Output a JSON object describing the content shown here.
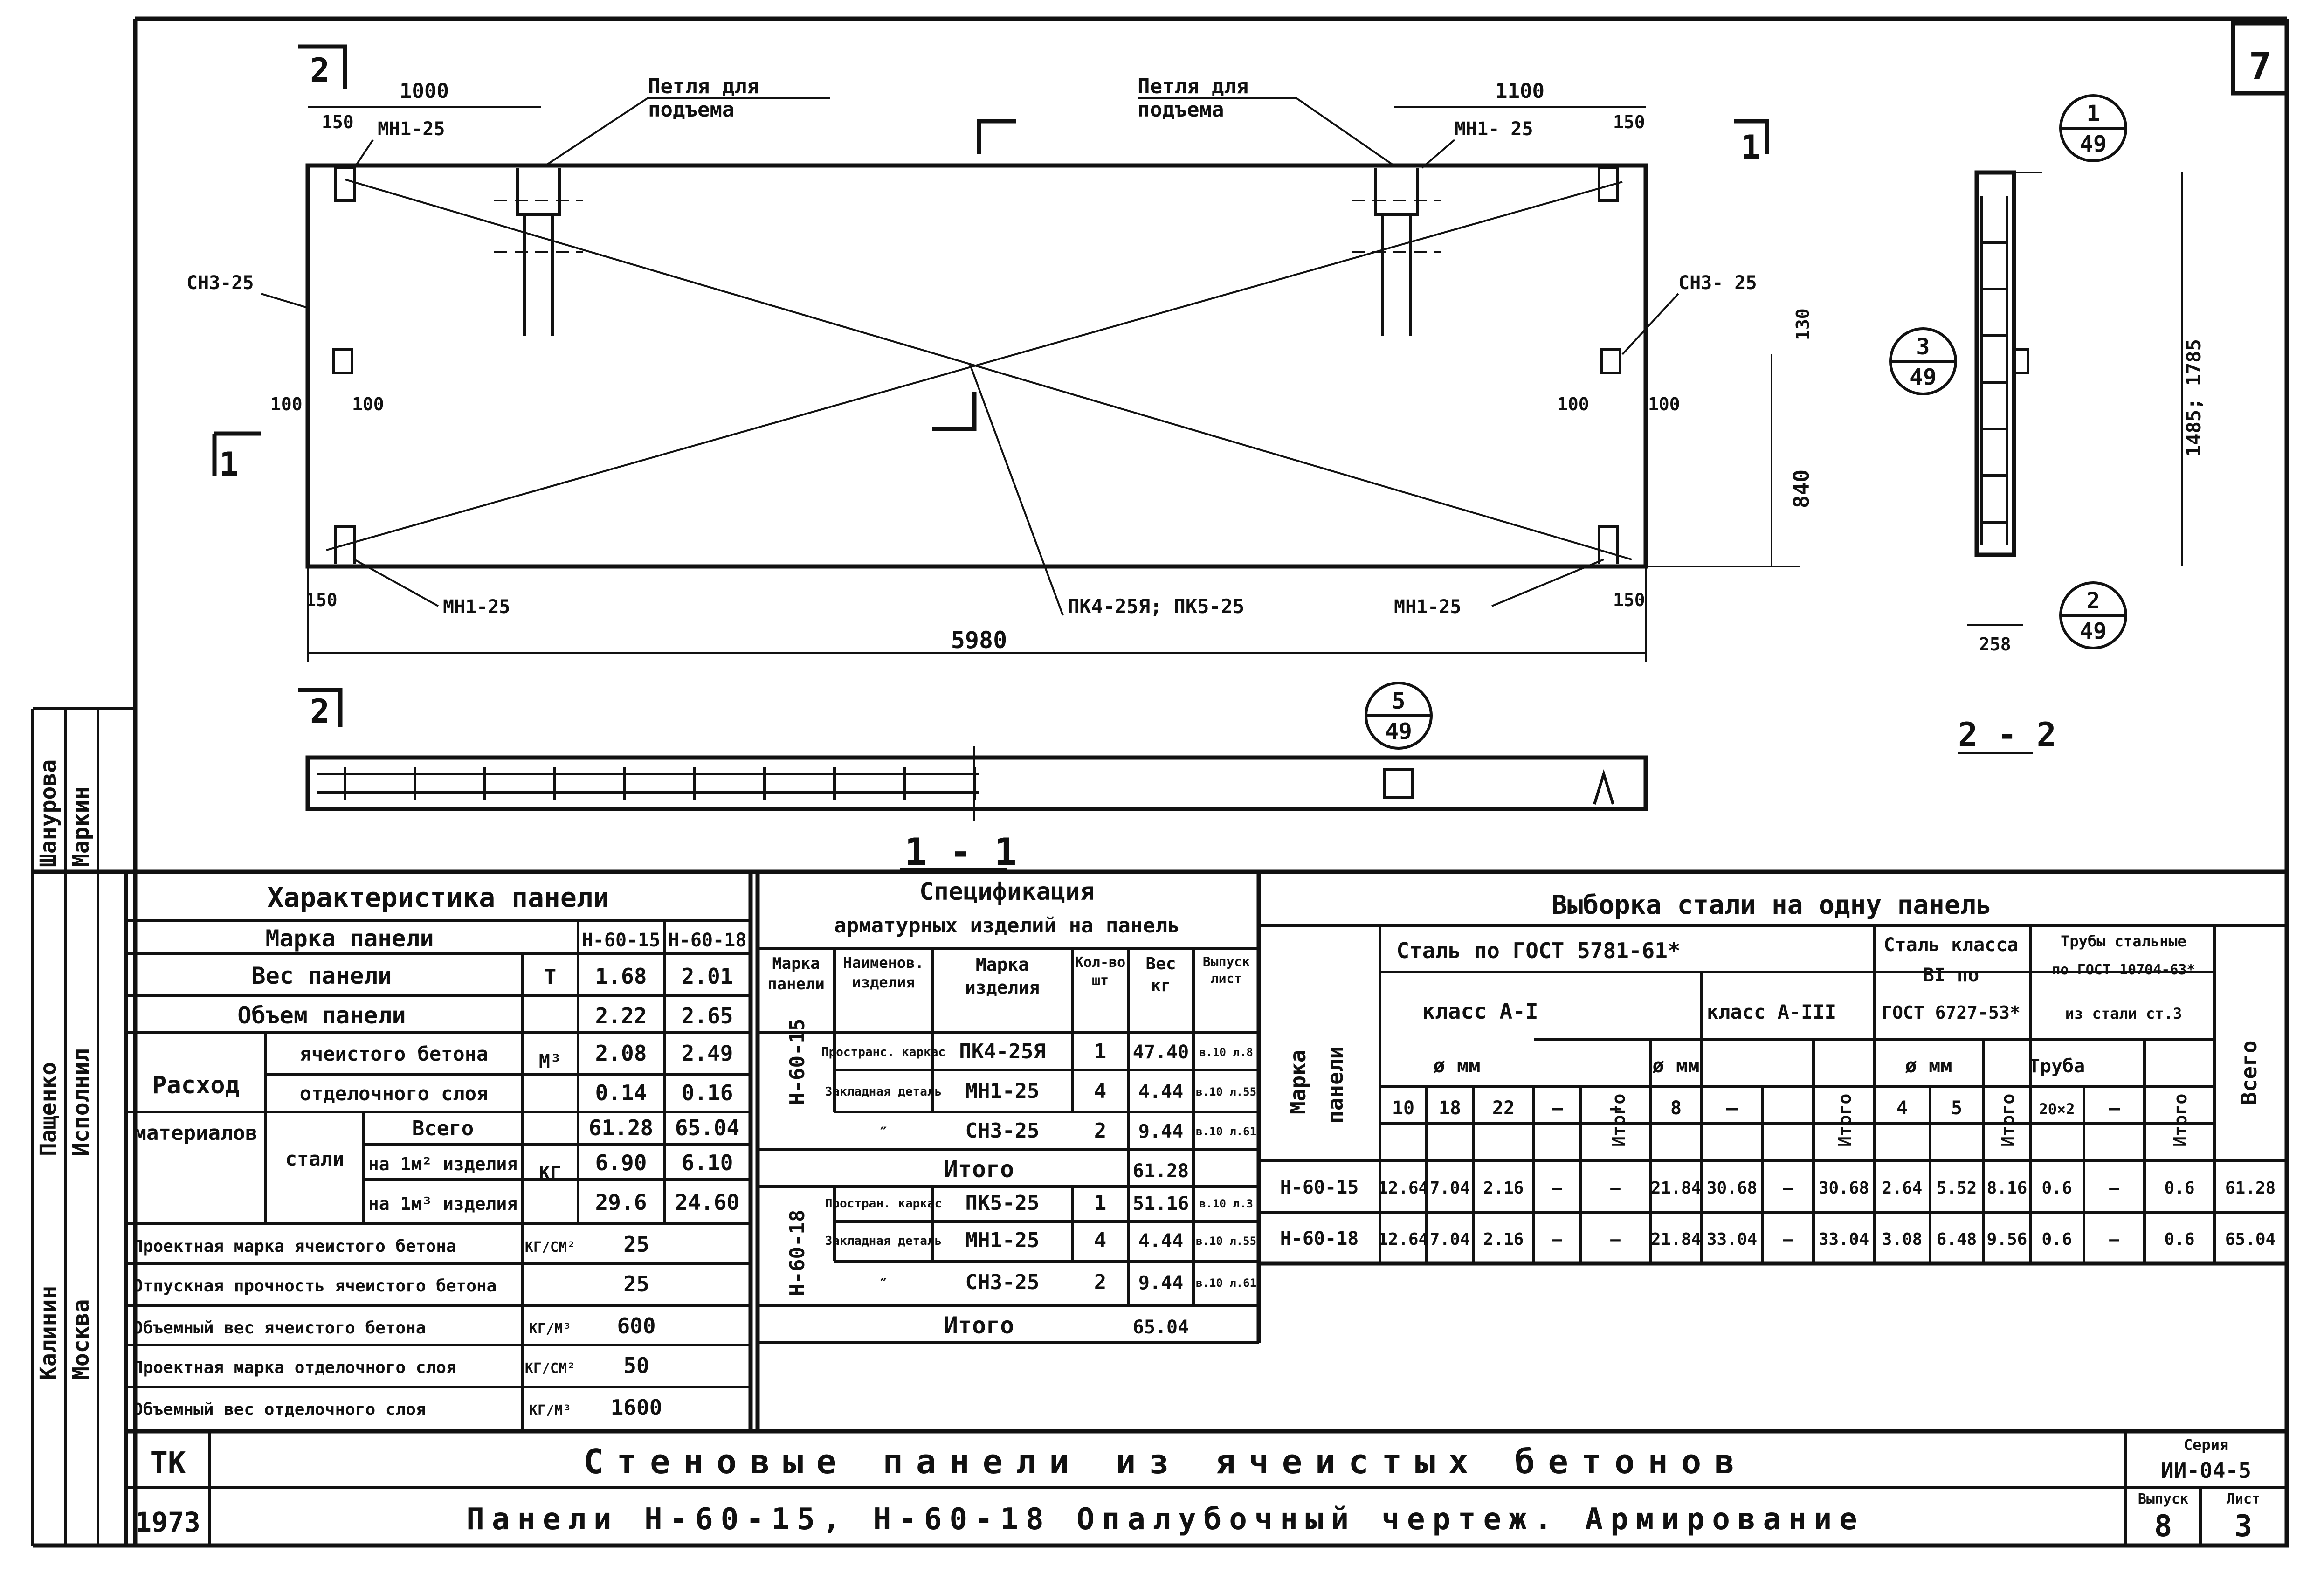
{
  "sheet_number": "7",
  "left_strip": {
    "labels": [
      "Шанурова",
      "Маркин",
      "Пащенко",
      "Исполнил",
      "Калинин",
      "Москва"
    ]
  },
  "drawing": {
    "markers": {
      "section_2": "2",
      "section_1": "1",
      "label_1_1": "1 - 1",
      "label_2_2": "2 - 2"
    },
    "loop_label_left": [
      "Петля для",
      "подъема"
    ],
    "loop_label_right": [
      "Петля для",
      "подъема"
    ],
    "dims": {
      "d1000": "1000",
      "d1100": "1100",
      "d150_tl": "150",
      "d150_tr": "150",
      "d150_bl": "150",
      "d150_br": "150",
      "d100_l1": "100",
      "d100_l2": "100",
      "d100_r1": "100",
      "d100_r2": "100",
      "d130": "130",
      "d840": "840",
      "d5980": "5980",
      "d258": "258",
      "d1485": "1485; 1785"
    },
    "callouts": {
      "mn_tl": "МН1-25",
      "mn_tr": "МН1- 25",
      "mn_bl": "МН1-25",
      "mn_br": "МН1-25",
      "sn_l": "СН3-25",
      "sn_r": "СН3- 25",
      "pk": "ПК4-25Я; ПК5-25"
    },
    "circles": [
      {
        "top": "1",
        "bottom": "49"
      },
      {
        "top": "3",
        "bottom": "49"
      },
      {
        "top": "2",
        "bottom": "49"
      },
      {
        "top": "5",
        "bottom": "49"
      }
    ]
  },
  "table1": {
    "title": "Характеристика панели",
    "mark_label": "Марка панели",
    "col1": "Н-60-15",
    "col2": "Н-60-18",
    "weight_label": "Вес панели",
    "weight_unit": "Т",
    "weight": [
      "1.68",
      "2.01"
    ],
    "volume_label": "Объем панели",
    "volume_unit": "М³",
    "volume": [
      "2.22",
      "2.65"
    ],
    "consumption_label": "Расход",
    "materials_label": "материалов",
    "cellular_label": "ячеистого бетона",
    "cellular": [
      "2.08",
      "2.49"
    ],
    "finishing_label": "отделочного слоя",
    "finishing": [
      "0.14",
      "0.16"
    ],
    "steel_label": "стали",
    "total_label": "Всего",
    "steel_unit": "КГ",
    "total": [
      "61.28",
      "65.04"
    ],
    "per_m2_label": "на 1м² изделия",
    "per_m2": [
      "6.90",
      "6.10"
    ],
    "per_m3_label": "на 1м³ изделия",
    "per_m3": [
      "29.6",
      "24.60"
    ],
    "rows_bottom": [
      {
        "label": "Проектная марка ячеистого бетона",
        "unit": "КГ/СМ²",
        "value": "25"
      },
      {
        "label": "Отпускная прочность ячеистого бетона",
        "unit": "",
        "value": "25"
      },
      {
        "label": "Объемный вес ячеистого бетона",
        "unit": "КГ/М³",
        "value": "600"
      },
      {
        "label": "Проектная марка отделочного слоя",
        "unit": "КГ/СМ²",
        "value": "50"
      },
      {
        "label": "Объемный вес отделочного слоя",
        "unit": "КГ/М³",
        "value": "1600"
      }
    ]
  },
  "table2": {
    "title": [
      "Спецификация",
      "арматурных изделий на панель"
    ],
    "headers": [
      "Марка панели",
      "Наименов. изделия",
      "Марка изделия",
      "Кол-во шт",
      "Вес кг",
      "Выпуск лист"
    ],
    "groups": [
      {
        "panel": "Н-60-15",
        "rows": [
          {
            "name": "Пространс. каркас",
            "mark": "ПК4-25Я",
            "qty": "1",
            "weight": "47.40",
            "ref": "в.10 л.8"
          },
          {
            "name": "Закладная деталь",
            "mark": "МН1-25",
            "qty": "4",
            "weight": "4.44",
            "ref": "в.10 л.55"
          },
          {
            "name": "″",
            "mark": "СН3-25",
            "qty": "2",
            "weight": "9.44",
            "ref": "в.10 л.61"
          }
        ],
        "total_label": "Итого",
        "total": "61.28"
      },
      {
        "panel": "Н-60-18",
        "rows": [
          {
            "name": "Простран. каркас",
            "mark": "ПК5-25",
            "qty": "1",
            "weight": "51.16",
            "ref": "в.10 л.3"
          },
          {
            "name": "Закладная деталь",
            "mark": "МН1-25",
            "qty": "4",
            "weight": "4.44",
            "ref": "в.10 л.55"
          },
          {
            "name": "″",
            "mark": "СН3-25",
            "qty": "2",
            "weight": "9.44",
            "ref": "в.10 л.61"
          }
        ],
        "total_label": "Итого",
        "total": "65.04"
      }
    ]
  },
  "table3": {
    "title": "Выборка стали на одну панель",
    "mark_label": [
      "Марка",
      "панели"
    ],
    "gost1": "Сталь по ГОСТ 5781-61*",
    "class_a1": "класс А-I",
    "class_a3": "класс А-III",
    "gost2": [
      "Сталь класса",
      "BI по",
      "ГОСТ 6727-53*"
    ],
    "gost3": [
      "Трубы стальные",
      "по ГОСТ 10704-63*",
      "из стали ст.3"
    ],
    "dia": "ø мм",
    "total_word": "Итого",
    "pipe": "Труба",
    "all": "Всего",
    "sub_headers": [
      "10",
      "18",
      "22",
      "—",
      "—",
      "8",
      "—",
      "4",
      "5",
      "20×2",
      "—"
    ],
    "rows": [
      {
        "mark": "Н-60-15",
        "values": [
          "12.64",
          "7.04",
          "2.16",
          "—",
          "—",
          "21.84",
          "30.68",
          "—",
          "30.68",
          "2.64",
          "5.52",
          "8.16",
          "0.6",
          "—",
          "0.6",
          "61.28"
        ]
      },
      {
        "mark": "Н-60-18",
        "values": [
          "12.64",
          "7.04",
          "2.16",
          "—",
          "—",
          "21.84",
          "33.04",
          "—",
          "33.04",
          "3.08",
          "6.48",
          "9.56",
          "0.6",
          "—",
          "0.6",
          "65.04"
        ]
      }
    ]
  },
  "title_block": {
    "code": "ТК",
    "year": "1973",
    "title1": "Стеновые панели из ячеистых бетонов",
    "title2": "Панели Н-60-15, Н-60-18 Опалубочный чертеж. Армирование",
    "series_label": "Серия",
    "series": "ИИ-04-5",
    "issue_label": "Выпуск",
    "issue": "8",
    "sheet_label": "Лист",
    "sheet": "3"
  }
}
